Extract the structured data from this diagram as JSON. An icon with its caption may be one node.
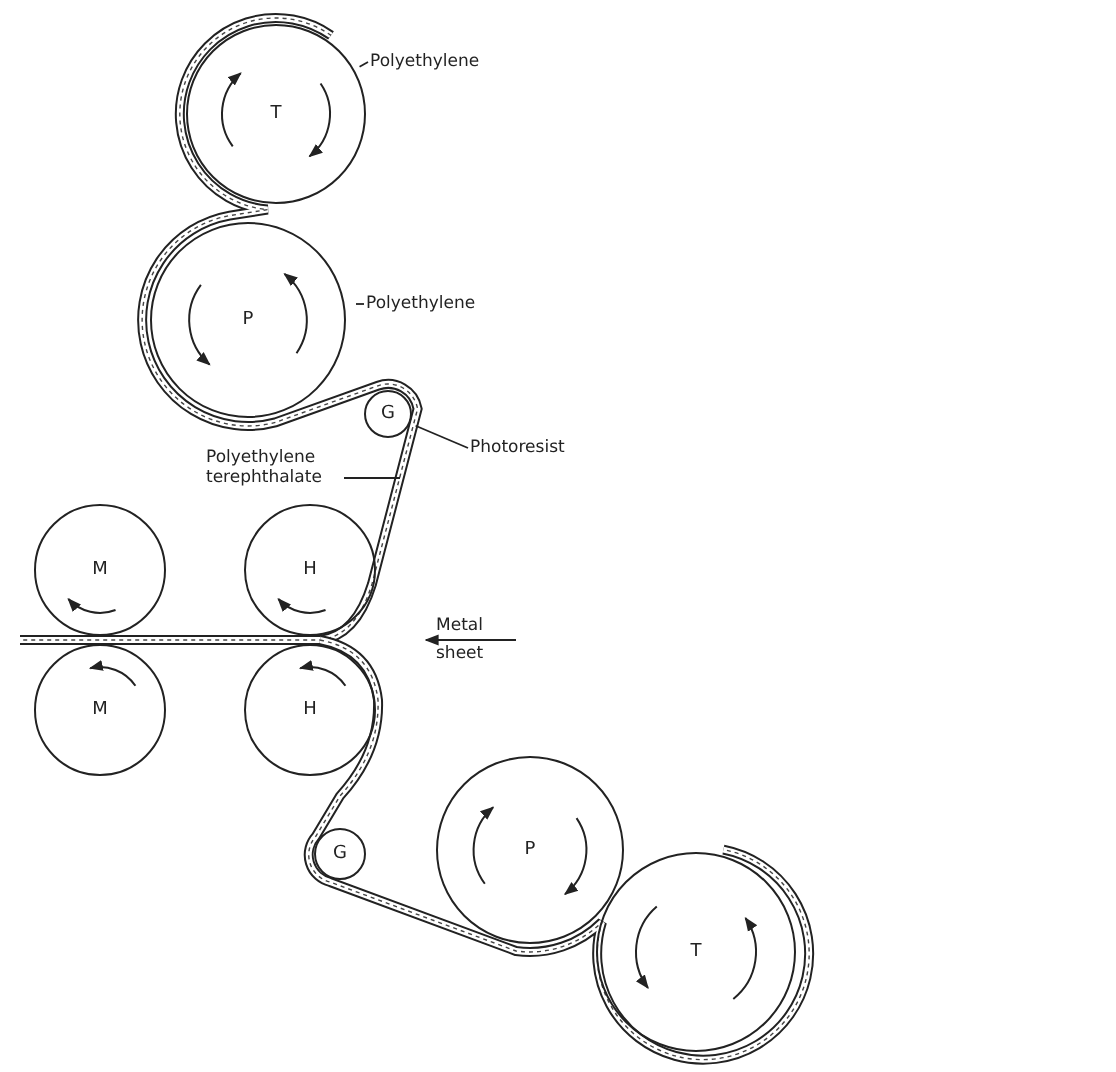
{
  "diagram": {
    "nodes": [
      {
        "text": [
          "T"
        ]
      },
      {
        "text": [
          "Polyethylene"
        ]
      },
      {
        "text": [
          "P"
        ]
      },
      {
        "text": [
          "Polyethylene"
        ]
      },
      {
        "text": [
          "G"
        ]
      },
      {
        "text": [
          "Photoresist"
        ]
      },
      {
        "text": [
          "Polyethylene terephthalate"
        ]
      },
      {
        "text": [
          "M"
        ]
      },
      {
        "text": [
          "H"
        ]
      },
      {
        "text": [
          "M"
        ]
      },
      {
        "text": [
          "H"
        ]
      },
      {
        "text": [
          "G"
        ]
      },
      {
        "text": [
          "P"
        ]
      },
      {
        "text": [
          "T"
        ]
      }
    ],
    "edges": [
      {
        "from": 1,
        "to": 0,
        "arrow": "none"
      },
      {
        "from": 3,
        "to": null,
        "arrow": "none"
      },
      {
        "from": 5,
        "to": 4,
        "arrow": "none"
      },
      {
        "from": 6,
        "to": null,
        "arrow": "none"
      }
    ],
    "labels": [
      "Metal sheet"
    ]
  }
}
